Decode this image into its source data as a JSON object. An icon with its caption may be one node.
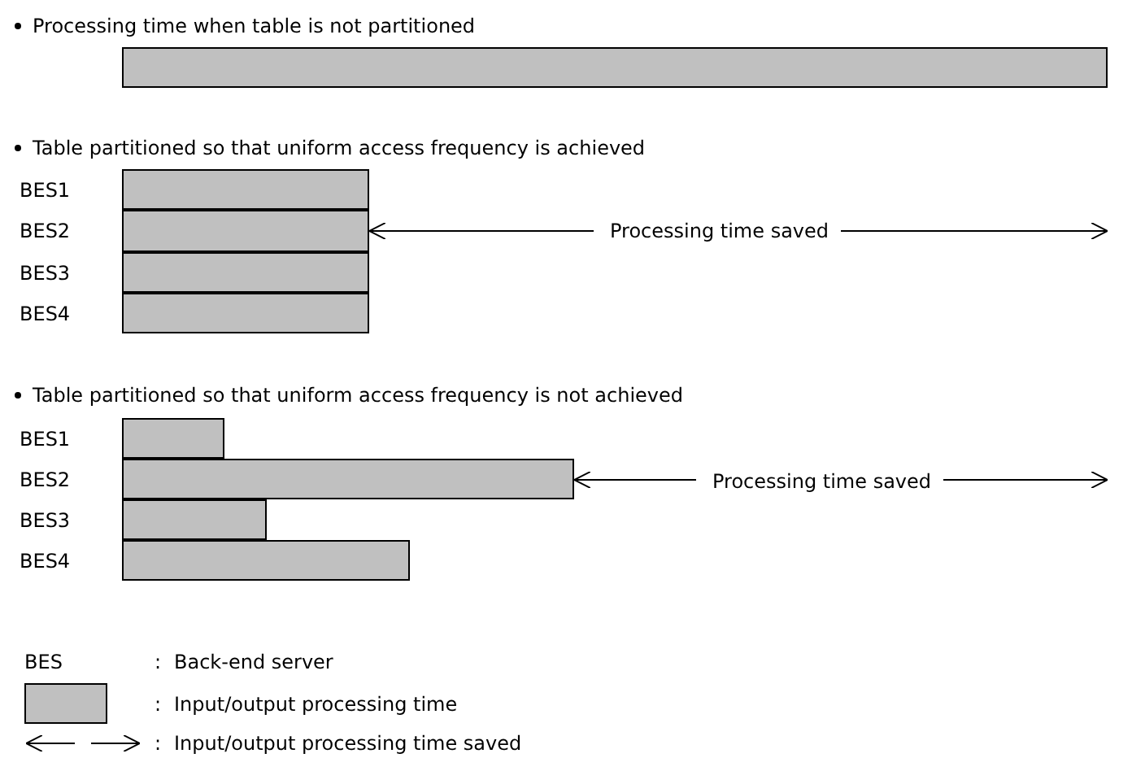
{
  "diagram": {
    "nodes": [
      {
        "text": [],
        "shape": "bar"
      },
      {
        "text": [],
        "shape": "bar",
        "beside": [
          "BES1"
        ]
      },
      {
        "text": [],
        "shape": "bar",
        "beside": [
          "BES2"
        ]
      },
      {
        "text": [],
        "shape": "bar",
        "beside": [
          "BES3"
        ]
      },
      {
        "text": [],
        "shape": "bar",
        "beside": [
          "BES4"
        ]
      },
      {
        "text": [],
        "shape": "bar",
        "beside": [
          "BES1"
        ]
      },
      {
        "text": [],
        "shape": "bar",
        "beside": [
          "BES2"
        ]
      },
      {
        "text": [],
        "shape": "bar",
        "beside": [
          "BES3"
        ]
      },
      {
        "text": [],
        "shape": "bar",
        "beside": [
          "BES4"
        ]
      }
    ],
    "labels": [
      "Processing time when table is not partitioned",
      "Table partitioned so that uniform access frequency is achieved",
      "Processing time saved",
      "Table partitioned so that uniform access frequency is not achieved",
      "Processing time saved",
      "BES",
      ":",
      ":",
      ":"
    ],
    "legend": [
      {
        "text": "Back-end server"
      },
      {
        "text": "Input/output processing time",
        "color": "#c0c0c0"
      },
      {
        "text": "Input/output processing time saved"
      }
    ]
  }
}
